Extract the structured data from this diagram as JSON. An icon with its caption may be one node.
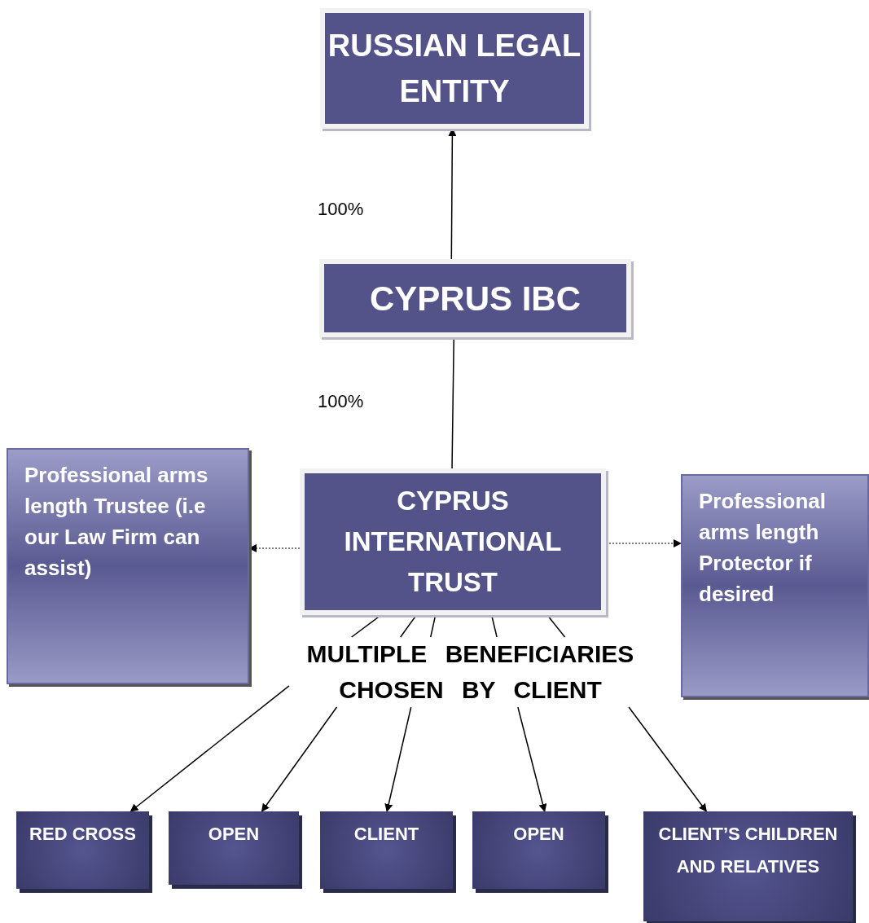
{
  "diagram": {
    "nodes": [
      {
        "text": [
          "RUSSIAN LEGAL ENTITY"
        ]
      },
      {
        "text": [
          "CYPRUS IBC"
        ]
      },
      {
        "text": [
          "CYPRUS INTERNATIONAL TRUST"
        ]
      },
      {
        "text": [
          "Professional arms length Trustee (i.e our Law Firm can assist)"
        ]
      },
      {
        "text": [
          "Professional arms length Protector if desired"
        ]
      },
      {
        "text": [
          "MULTIPLE BENEFICIARIES CHOSEN BY CLIENT"
        ]
      },
      {
        "text": [
          "RED CROSS"
        ]
      },
      {
        "text": [
          "OPEN"
        ]
      },
      {
        "text": [
          "CLIENT"
        ]
      },
      {
        "text": [
          "OPEN"
        ]
      },
      {
        "text": [
          "CLIENT’S CHILDREN AND RELATIVES"
        ]
      }
    ],
    "edges": [
      {
        "from": 1,
        "to": 0,
        "arrow": "to"
      },
      {
        "from": 2,
        "to": 1,
        "arrow": "none"
      },
      {
        "from": 2,
        "to": 3,
        "arrow": "to",
        "style": "dashed"
      },
      {
        "from": 2,
        "to": 4,
        "arrow": "to",
        "style": "dashed"
      },
      {
        "from": 2,
        "to": 5,
        "arrow": "none"
      },
      {
        "from": 2,
        "to": 5,
        "arrow": "none"
      },
      {
        "from": 2,
        "to": 5,
        "arrow": "none"
      },
      {
        "from": 2,
        "to": 5,
        "arrow": "none"
      },
      {
        "from": 2,
        "to": 5,
        "arrow": "none"
      },
      {
        "from": 5,
        "to": 6,
        "arrow": "to"
      },
      {
        "from": 5,
        "to": 7,
        "arrow": "to"
      },
      {
        "from": 5,
        "to": 8,
        "arrow": "to"
      },
      {
        "from": 5,
        "to": 9,
        "arrow": "to"
      },
      {
        "from": 5,
        "to": 10,
        "arrow": "to"
      }
    ],
    "labels": [
      "100%",
      "100%"
    ]
  }
}
